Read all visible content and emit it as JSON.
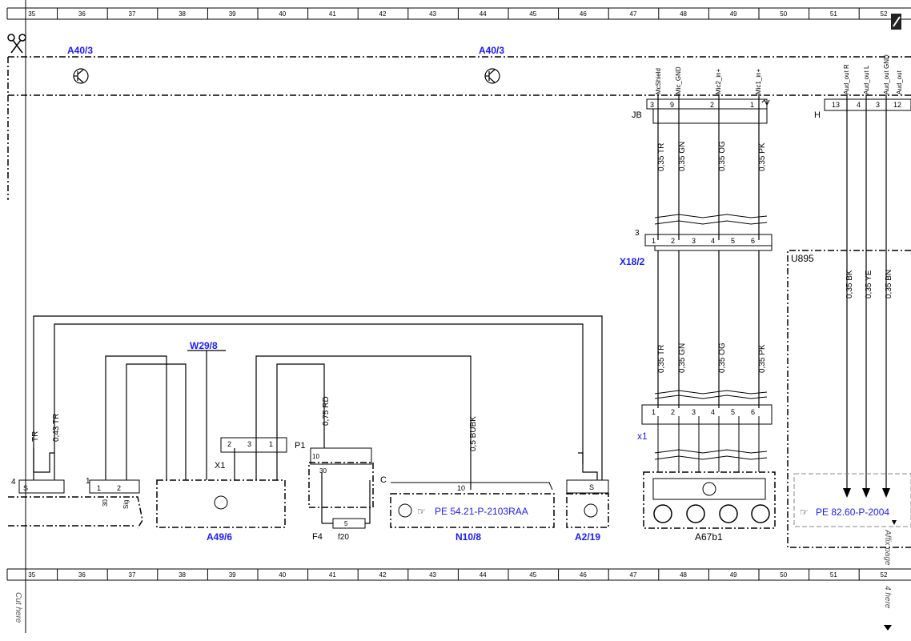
{
  "columns": [
    "35",
    "36",
    "37",
    "38",
    "39",
    "40",
    "41",
    "42",
    "43",
    "44",
    "45",
    "46",
    "47",
    "48",
    "49",
    "50",
    "51",
    "52"
  ],
  "components": {
    "a40_3_left": "A40/3",
    "a40_3_right": "A40/3",
    "jb": "JB",
    "h": "H",
    "x18_2": "X18/2",
    "x18_2_num": "3",
    "u895": "U895",
    "w29_8": "W29/8",
    "a49_6": "A49/6",
    "x1_left": "X1",
    "x1_right": "x1",
    "p1": "P1",
    "f4": "F4",
    "f20": "f20",
    "n10_8": "N10/8",
    "a2_19": "A2/19",
    "a67b1": "A67b1",
    "c": "C",
    "ground_4": "4",
    "ground_1": "1"
  },
  "references": {
    "n10_8_ref": "PE 54.21-P-2103RAA",
    "right_ref": "PE 82.60-P-2004"
  },
  "pin_labels_top": [
    "McShield",
    "Mic_GND",
    "Mic2_in+",
    "Mic1_in+"
  ],
  "pin_numbers_jb": [
    "3",
    "9",
    "2",
    "1"
  ],
  "pin_labels_h": [
    "Aud_out R",
    "Aud_out L",
    "Aud_out GND",
    "Aud_out"
  ],
  "pin_numbers_h": [
    "13",
    "4",
    "3",
    "12"
  ],
  "wires_upper": [
    "0,35 TR",
    "0,35 GN",
    "0,35 OG",
    "0,35 PK"
  ],
  "wires_lower": [
    "0,35 TR",
    "0,35 GN",
    "0,35 OG",
    "0,35 PK"
  ],
  "wires_u895": [
    "0,35 BK",
    "0,35 YE",
    "0,35 BN"
  ],
  "x18_pins": [
    "1",
    "2",
    "3",
    "4",
    "5",
    "6"
  ],
  "x1_right_pins": [
    "1",
    "2",
    "3",
    "4",
    "5",
    "6"
  ],
  "left_wires": {
    "tr": "TR",
    "tr043": "0,43 TR",
    "rd075": "0,75 RD",
    "bubk05": "0,5 BUBK"
  },
  "x1_left_pins": [
    "2",
    "3",
    "1"
  ],
  "p1_pins": {
    "p10": "10",
    "p30": "30",
    "fuse": "5"
  },
  "n10_pin": "10",
  "ground_pins": {
    "p1": "1",
    "p2": "2",
    "p30": "30",
    "sig": "Sig",
    "s1": "S",
    "s2": "S"
  },
  "margin_notes": {
    "cut_here": "Cut here",
    "affix_page": "Affix page",
    "four_here": "4 here"
  }
}
